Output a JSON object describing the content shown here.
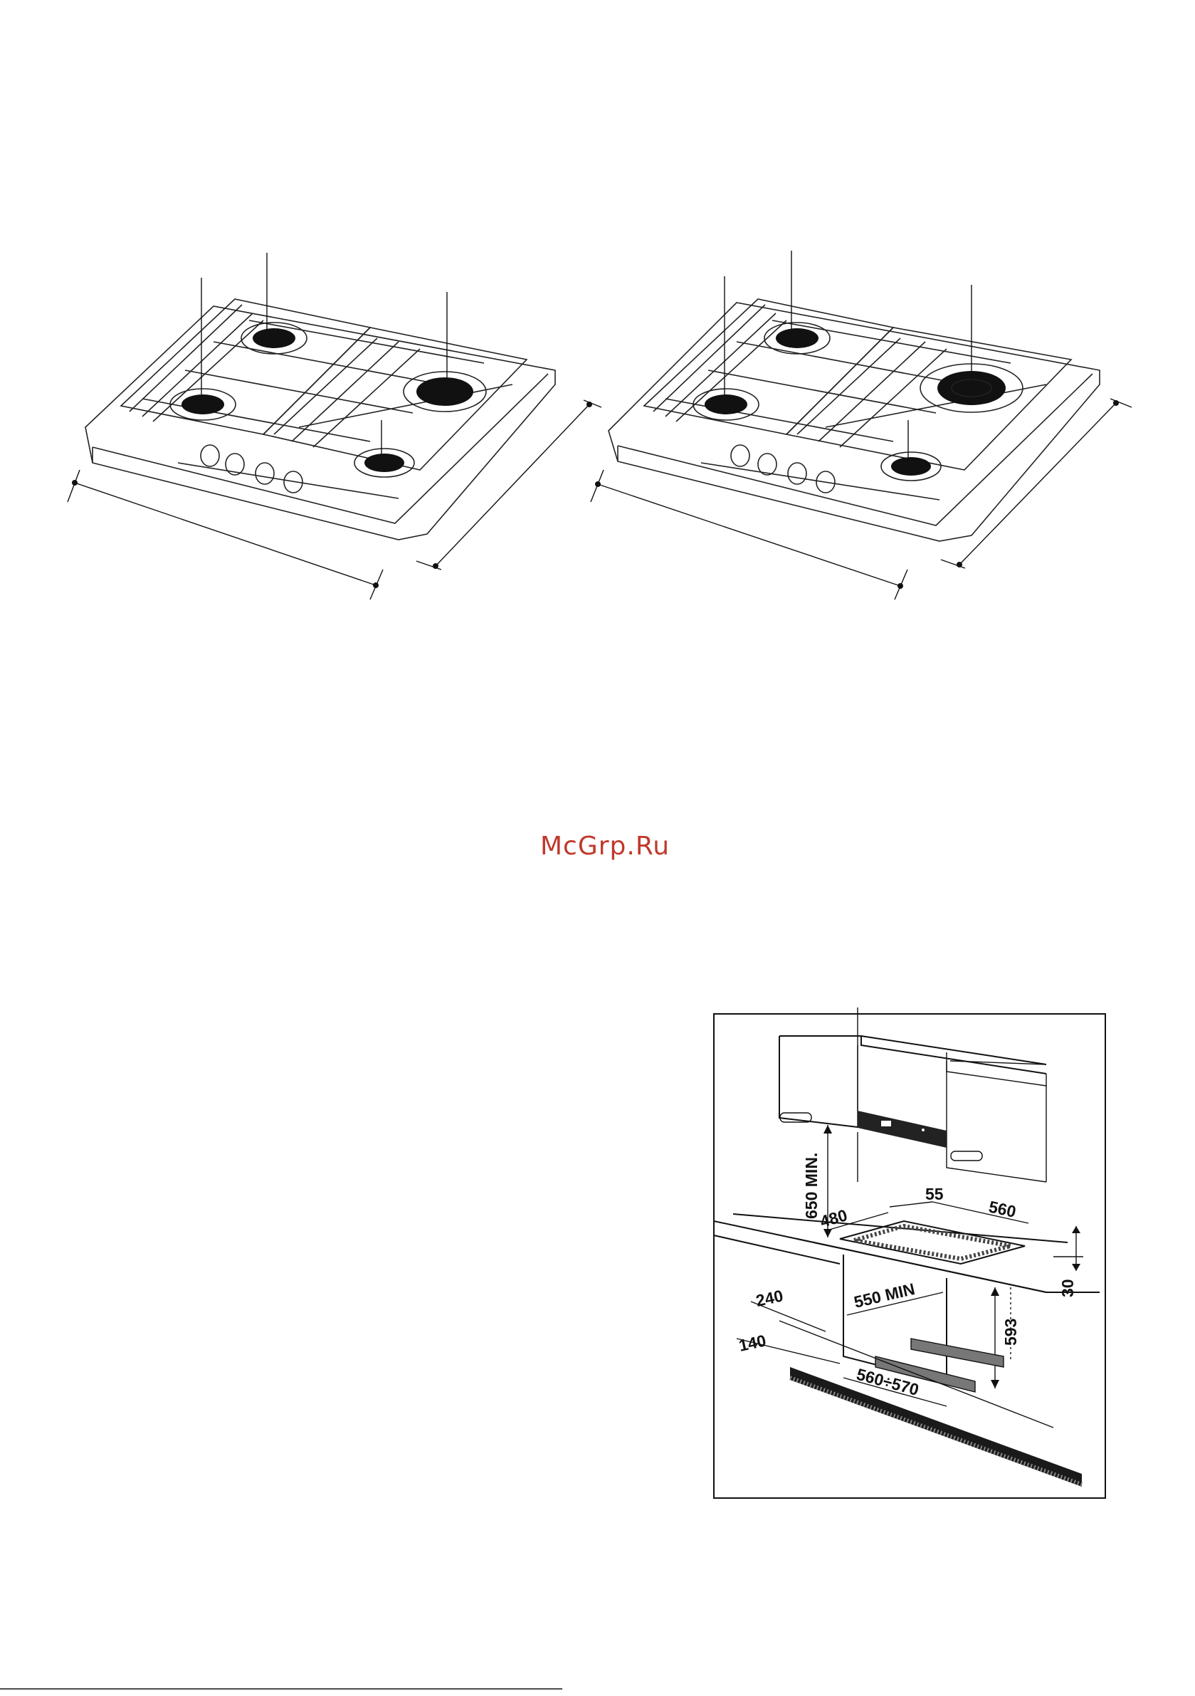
{
  "watermark": "McGrp.Ru",
  "installation": {
    "dimensions": {
      "d650": "650 MIN.",
      "d480": "480",
      "d55": "55",
      "d560": "560",
      "d30": "30",
      "d240": "240",
      "d550": "550 MIN",
      "d593": "593",
      "d140": "140",
      "d560_570": "560÷570"
    }
  },
  "colors": {
    "watermark": "#c0392b",
    "line": "#111111"
  }
}
